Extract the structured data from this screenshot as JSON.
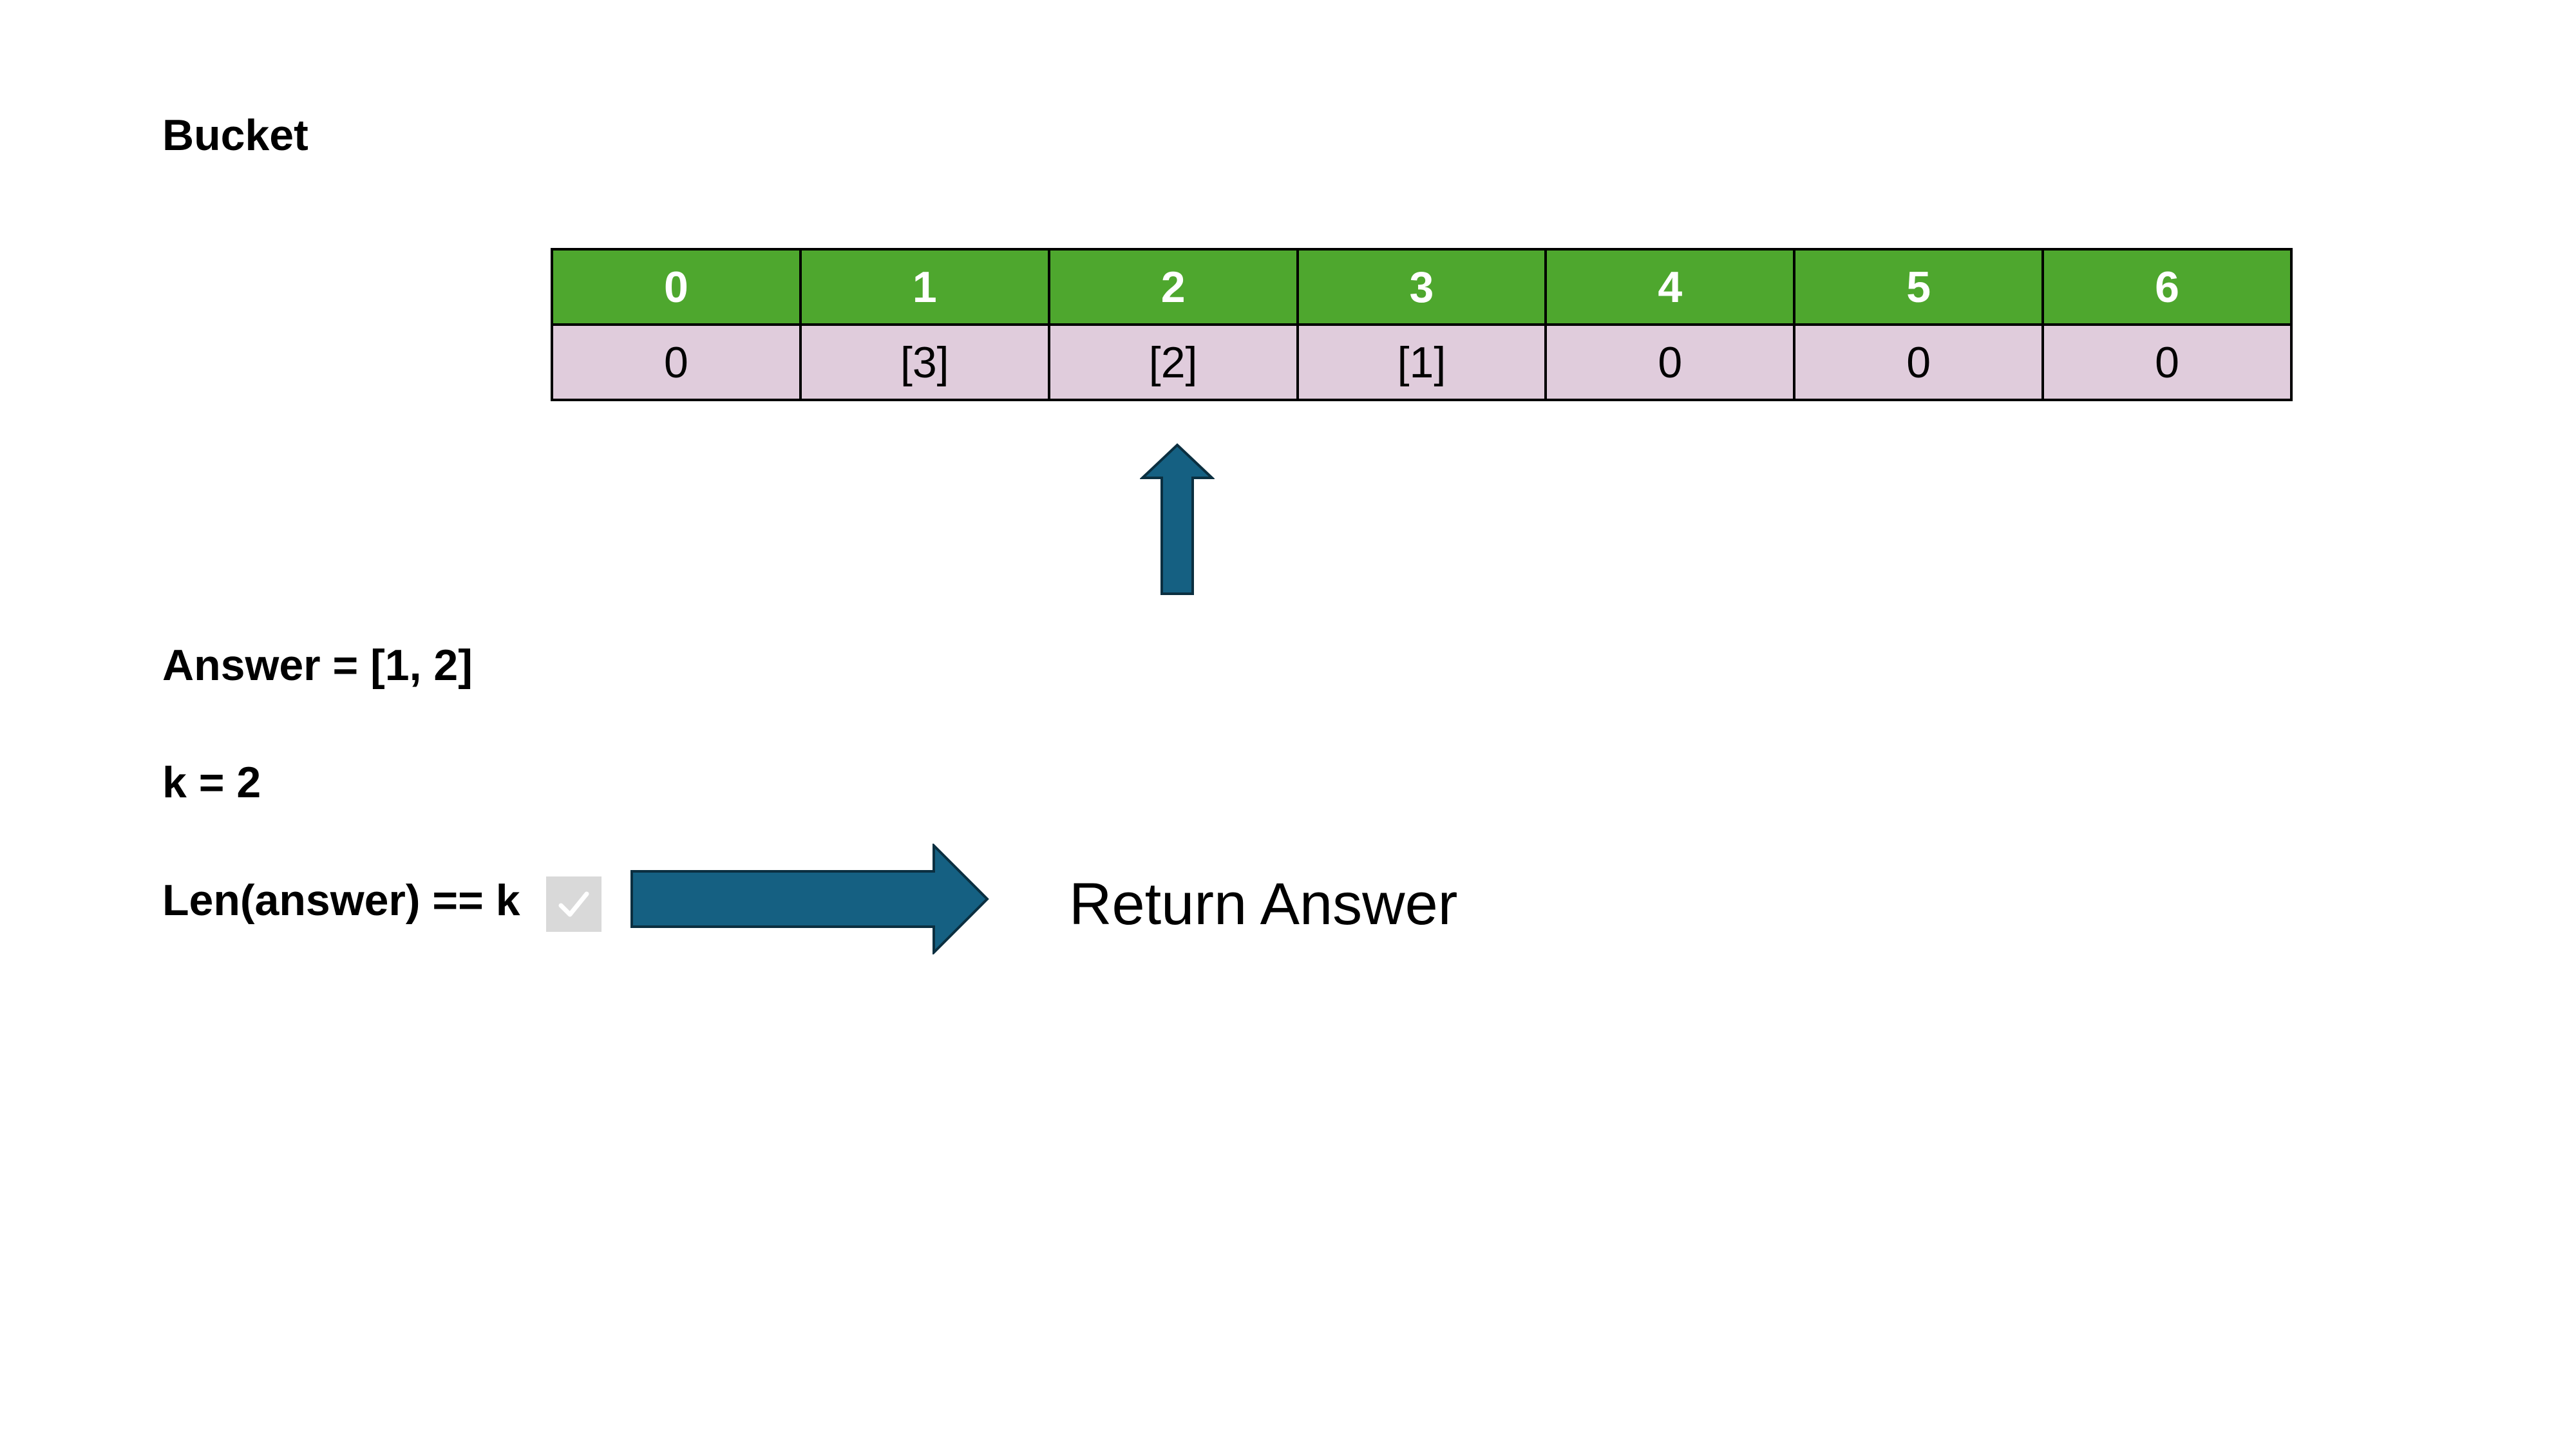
{
  "title": "Bucket",
  "bucket": {
    "indices": [
      "0",
      "1",
      "2",
      "3",
      "4",
      "5",
      "6"
    ],
    "values": [
      "0",
      "[3]",
      "[2]",
      "[1]",
      "0",
      "0",
      "0"
    ],
    "pointer_index": 2
  },
  "answer_line": "Answer = [1, 2]",
  "k_line": "k = 2",
  "condition_line": "Len(answer) == k",
  "condition_checked": true,
  "result_text": "Return Answer",
  "colors": {
    "header_fill": "#4ea72e",
    "value_fill": "#e0ccdc",
    "arrow_fill": "#156082",
    "check_fill": "#d9d9d9"
  }
}
